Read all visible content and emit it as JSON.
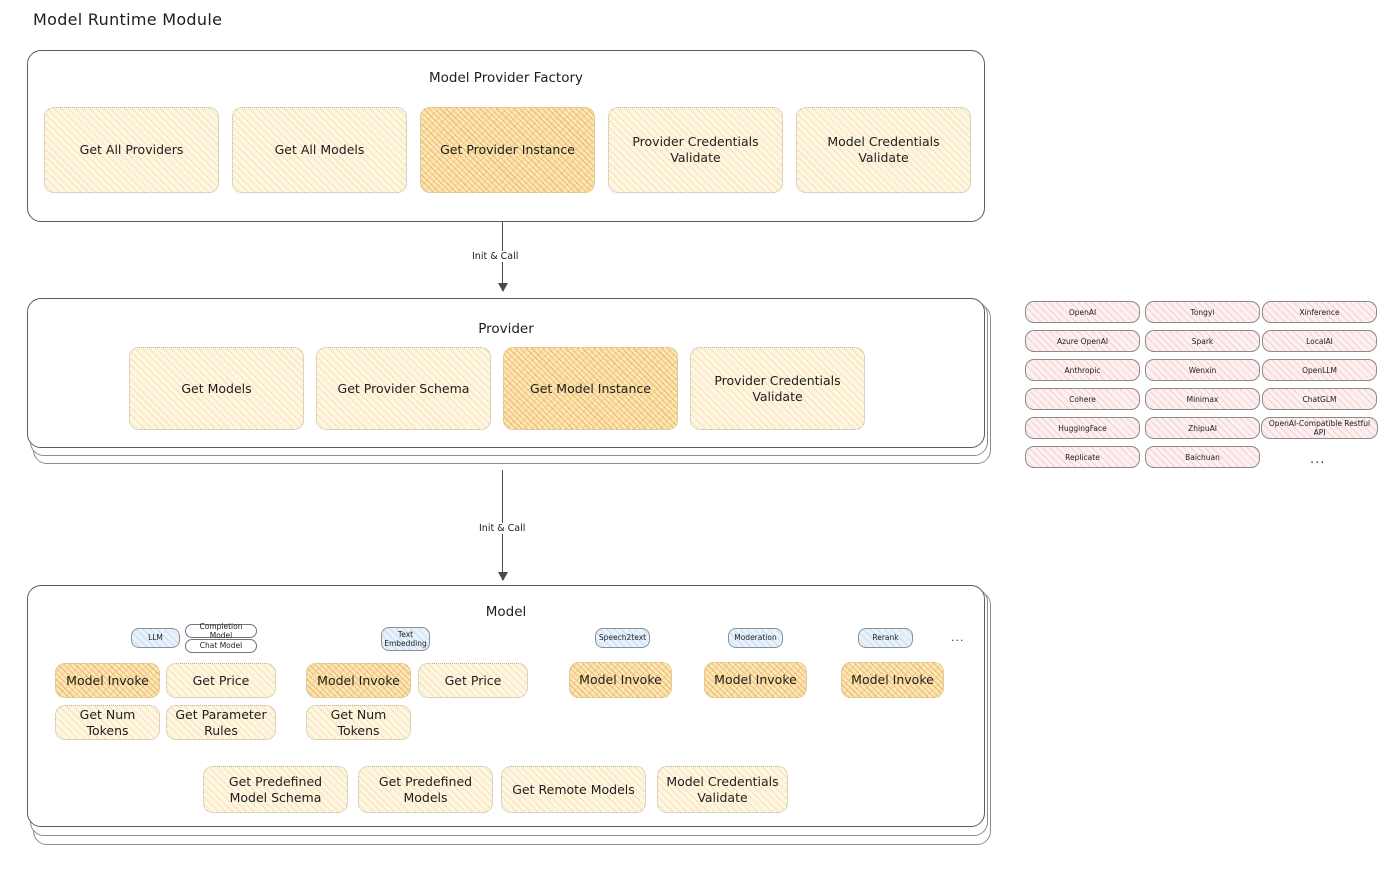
{
  "page": {
    "title": "Model Runtime Module"
  },
  "factory": {
    "title": "Model Provider Factory",
    "nodes": [
      {
        "label": "Get All Providers",
        "highlight": false
      },
      {
        "label": "Get All Models",
        "highlight": false
      },
      {
        "label": "Get Provider Instance",
        "highlight": true
      },
      {
        "label": "Provider Credentials Validate",
        "highlight": false
      },
      {
        "label": "Model Credentials Validate",
        "highlight": false
      }
    ]
  },
  "arrows": [
    {
      "label": "Init & Call"
    },
    {
      "label": "Init & Call"
    }
  ],
  "provider": {
    "title": "Provider",
    "nodes": [
      {
        "label": "Get Models",
        "highlight": false
      },
      {
        "label": "Get Provider Schema",
        "highlight": false
      },
      {
        "label": "Get Model Instance",
        "highlight": true
      },
      {
        "label": "Provider Credentials Validate",
        "highlight": false
      }
    ]
  },
  "provider_list": {
    "columns": [
      [
        "OpenAI",
        "Azure OpenAI",
        "Anthropic",
        "Cohere",
        "HuggingFace",
        "Replicate"
      ],
      [
        "Tongyi",
        "Spark",
        "Wenxin",
        "Minimax",
        "ZhipuAI",
        "Baichuan"
      ],
      [
        "Xinference",
        "LocalAI",
        "OpenLLM",
        "ChatGLM",
        "OpenAI-Compatible Restful API"
      ]
    ],
    "more": "..."
  },
  "model": {
    "title": "Model",
    "more": "...",
    "groups": [
      {
        "badge": "LLM",
        "sub_badges": [
          "Completion Model",
          "Chat Model"
        ],
        "nodes": [
          {
            "label": "Model Invoke",
            "highlight": true
          },
          {
            "label": "Get Price",
            "highlight": false
          },
          {
            "label": "Get Num Tokens",
            "highlight": false
          },
          {
            "label": "Get Parameter Rules",
            "highlight": false
          }
        ]
      },
      {
        "badge": "Text Embedding",
        "sub_badges": [],
        "nodes": [
          {
            "label": "Model Invoke",
            "highlight": true
          },
          {
            "label": "Get Price",
            "highlight": false
          },
          {
            "label": "Get Num Tokens",
            "highlight": false
          }
        ]
      },
      {
        "badge": "Speech2text",
        "sub_badges": [],
        "nodes": [
          {
            "label": "Model Invoke",
            "highlight": true
          }
        ]
      },
      {
        "badge": "Moderation",
        "sub_badges": [],
        "nodes": [
          {
            "label": "Model Invoke",
            "highlight": true
          }
        ]
      },
      {
        "badge": "Rerank",
        "sub_badges": [],
        "nodes": [
          {
            "label": "Model Invoke",
            "highlight": true
          }
        ]
      }
    ],
    "shared_nodes": [
      {
        "label": "Get Predefined Model Schema"
      },
      {
        "label": "Get Predefined Models"
      },
      {
        "label": "Get Remote Models"
      },
      {
        "label": "Model Credentials Validate"
      }
    ]
  },
  "colors": {
    "node_fill": "#fdf6e3",
    "node_highlight_fill": "#fbe6bd",
    "chip_fill": "#fdf0f0",
    "badge_fill": "#e8f2fb",
    "stroke": "#5c5c5c"
  }
}
